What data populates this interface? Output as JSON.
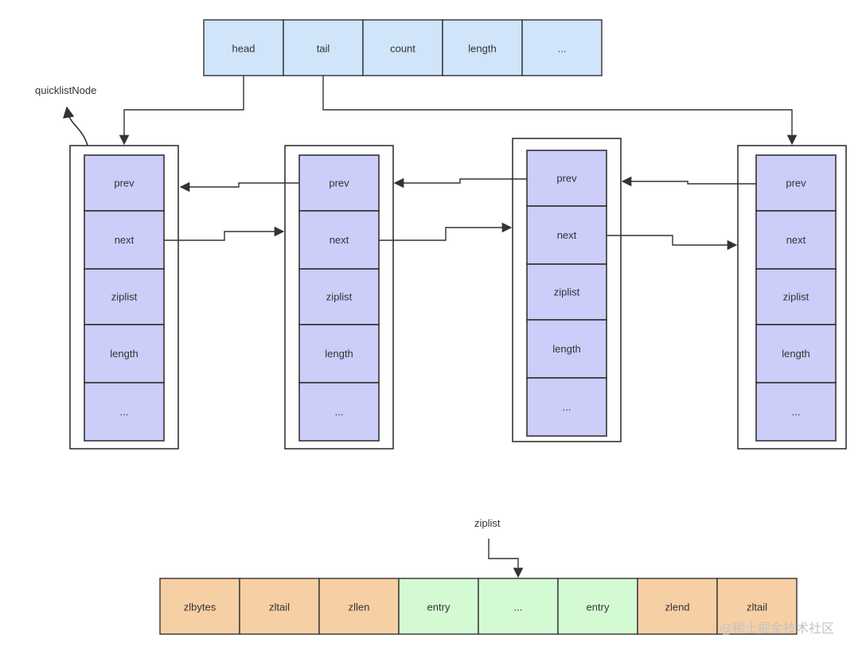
{
  "quicklist_header": {
    "fields": [
      "head",
      "tail",
      "count",
      "length",
      "..."
    ],
    "fill": "#d0e4fa"
  },
  "quicklist_node_label": "quicklistNode",
  "nodes": [
    {
      "fields": [
        "prev",
        "next",
        "ziplist",
        "length",
        "..."
      ]
    },
    {
      "fields": [
        "prev",
        "next",
        "ziplist",
        "length",
        "..."
      ]
    },
    {
      "fields": [
        "prev",
        "next",
        "ziplist",
        "length",
        "..."
      ]
    },
    {
      "fields": [
        "prev",
        "next",
        "ziplist",
        "length",
        "..."
      ]
    }
  ],
  "node_fill": "#cccdf9",
  "ziplist_label": "ziplist",
  "ziplist": {
    "cells": [
      {
        "text": "zlbytes",
        "kind": "meta"
      },
      {
        "text": "zltail",
        "kind": "meta"
      },
      {
        "text": "zllen",
        "kind": "meta"
      },
      {
        "text": "entry",
        "kind": "entry"
      },
      {
        "text": "...",
        "kind": "entry"
      },
      {
        "text": "entry",
        "kind": "entry"
      },
      {
        "text": "zlend",
        "kind": "meta"
      },
      {
        "text": "zltail",
        "kind": "meta"
      }
    ],
    "meta_fill": "#f7cfa5",
    "entry_fill": "#d4fad4"
  },
  "watermark": "@稀土掘金技术社区"
}
